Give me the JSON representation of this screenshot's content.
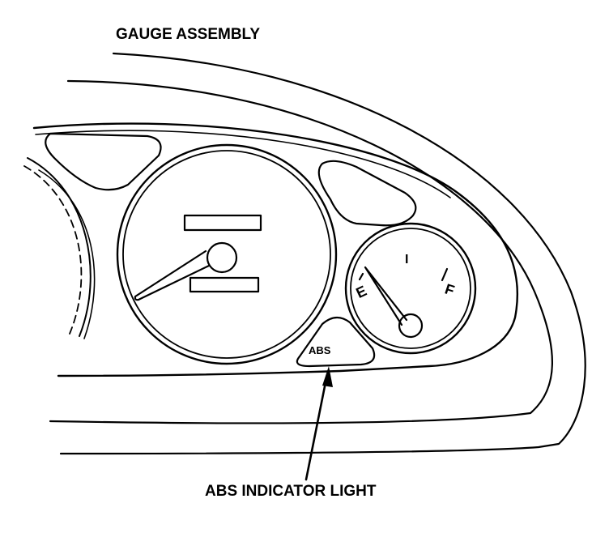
{
  "labels": {
    "title": "GAUGE ASSEMBLY",
    "abs_indicator_light": "ABS INDICATOR LIGHT",
    "abs_badge": "ABS"
  },
  "fuel_gauge": {
    "empty_mark": "E",
    "half_mark": "I",
    "full_mark": "F"
  },
  "colors": {
    "ink": "#000000",
    "paper": "#ffffff"
  }
}
